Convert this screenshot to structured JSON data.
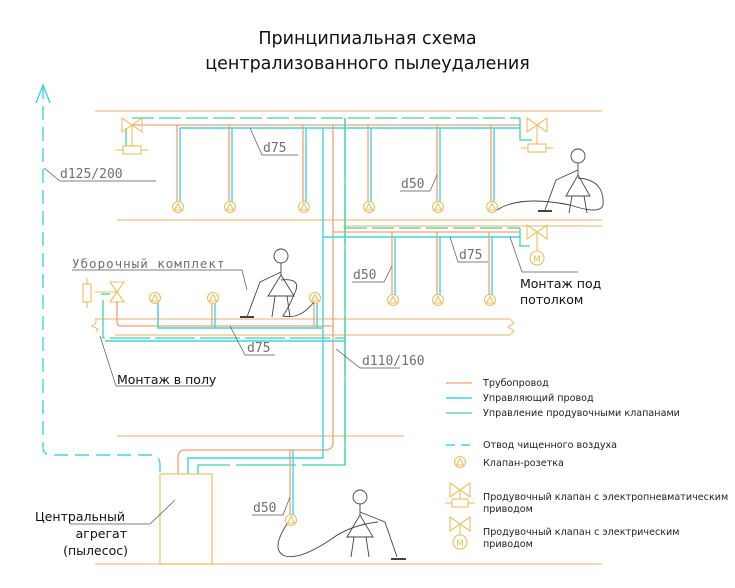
{
  "title": {
    "line1": "Принципиальная схема",
    "line2": "централизованного пылеудаления"
  },
  "colors": {
    "pipeline": "#f0a070",
    "control_wire": "#3fd6e0",
    "purge_control": "#43d2a0",
    "exhaust": "#3fd6e0",
    "valve_symbol": "#e8c060",
    "structure": "#e8c48a"
  },
  "labels": {
    "d125_200": "d125/200",
    "d75_top": "d75",
    "d50_top": "d50",
    "d75_mid": "d75",
    "d50_mid": "d50",
    "d75_floor": "d75",
    "d110_160": "d110/160",
    "d50_bottom": "d50",
    "cleaning_kit": "Уборочный комплект",
    "ceiling_mount_1": "Монтаж под",
    "ceiling_mount_2": "потолком",
    "floor_mount": "Монтаж в полу",
    "central_unit_1": "Центральный",
    "central_unit_2": "агрегат",
    "central_unit_3": "(пылесос)",
    "motor": "M"
  },
  "legend": {
    "items": [
      {
        "icon": "line-pipeline-icon",
        "label": "Трубопровод"
      },
      {
        "icon": "line-control-wire-icon",
        "label": "Управляющий провод"
      },
      {
        "icon": "line-purge-control-icon",
        "label": "Управление продувочными клапанами"
      },
      {
        "icon": "dashed-exhaust-icon",
        "label": "Отвод чищенного воздуха"
      },
      {
        "icon": "outlet-valve-icon",
        "label": "Клапан-розетка"
      },
      {
        "icon": "electropneumatic-valve-icon",
        "label_1": "Продувочный клапан с электропневматическим",
        "label_2": "приводом"
      },
      {
        "icon": "electric-valve-icon",
        "label_1": "Продувочный клапан с электрическим",
        "label_2": "приводом"
      }
    ]
  }
}
